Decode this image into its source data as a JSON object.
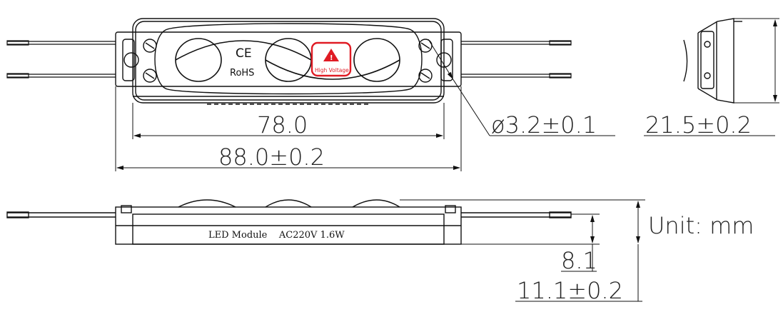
{
  "drawing": {
    "top_view": {
      "ce_mark": "CE",
      "rohs_mark": "RoHS",
      "warning_label": "High Voltage",
      "warning_color": "#e01b24"
    },
    "side_view": {
      "label": "LED Module    AC220V 1.6W"
    },
    "dimensions": {
      "inner_length": "78.0",
      "total_length": "88.0±0.2",
      "hole_diameter": "ø3.2±0.1",
      "width": "21.5±0.2",
      "body_height": "8.1",
      "total_height": "11.1±0.2"
    },
    "unit_note": "Unit: mm"
  }
}
